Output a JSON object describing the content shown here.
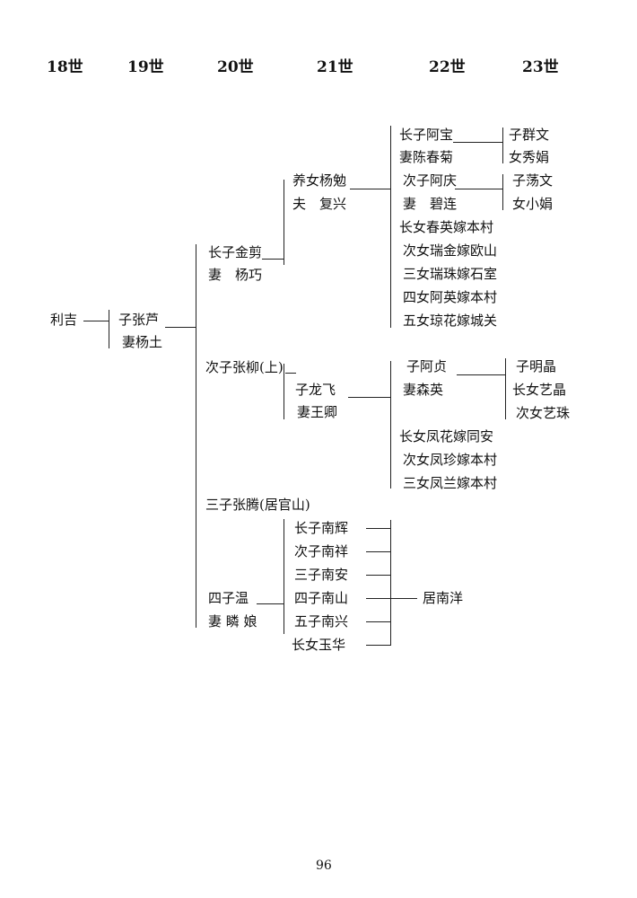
{
  "generations": [
    "18世",
    "19世",
    "20世",
    "21世",
    "22世",
    "23世"
  ],
  "g18": {
    "name": "利吉"
  },
  "g19": {
    "son": "子张芦",
    "wife": "妻杨土"
  },
  "g20": {
    "son1": "长子金剪",
    "wife1": "妻　杨巧",
    "son2": "次子张柳(上)",
    "son3": "三子张腾(居官山)",
    "son4": "四子温",
    "wife4": "妻 瞵 娘"
  },
  "g21": {
    "adopted": "养女杨勉",
    "husband": "夫　复兴",
    "son_long": "子龙飞",
    "wife_long": "妻王卿",
    "wen_children": [
      "长子南辉",
      "次子南祥",
      "三子南安",
      "四子南山",
      "五子南兴",
      "长女玉华"
    ]
  },
  "g22": {
    "a_son1": "长子阿宝",
    "a_wife1": "妻陈春菊",
    "a_son2": "次子阿庆",
    "a_wife2": "妻　碧连",
    "a_daughters": [
      "长女春英嫁本村",
      "次女瑞金嫁欧山",
      "三女瑞珠嫁石室",
      "四女阿英嫁本村",
      "五女琼花嫁城关"
    ],
    "l_son": "子阿贞",
    "l_wife": "妻森英",
    "l_daughters": [
      "长女凤花嫁同安",
      "次女凤珍嫁本村",
      "三女凤兰嫁本村"
    ],
    "nanshan_note": "居南洋"
  },
  "g23": {
    "bao_son": "子群文",
    "bao_dau": "女秀娟",
    "qing_son": "子荡文",
    "qing_dau": "女小娟",
    "zhen_son": "子明晶",
    "zhen_dau1": "长女艺晶",
    "zhen_dau2": "次女艺珠"
  },
  "page_number": "96"
}
